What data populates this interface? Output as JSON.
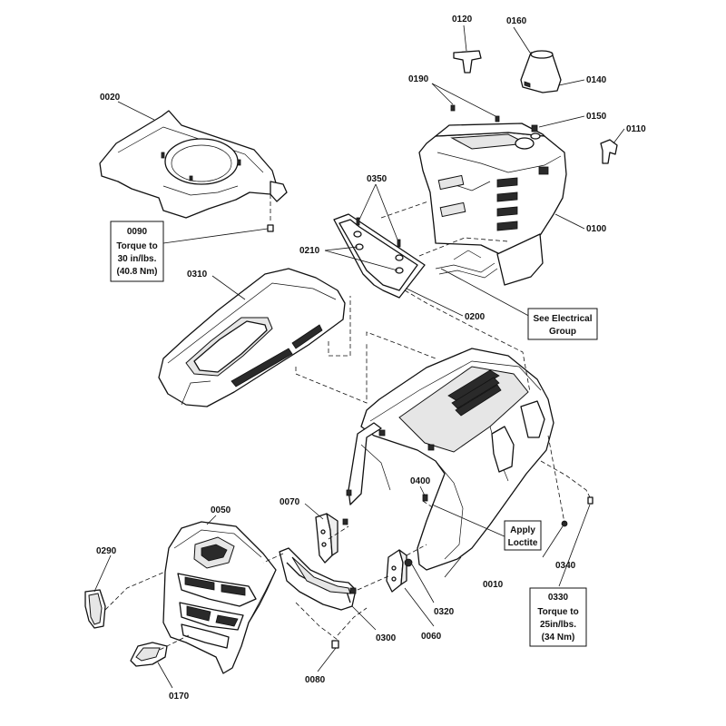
{
  "labels": {
    "p0010": "0010",
    "p0020": "0020",
    "p0050": "0050",
    "p0060": "0060",
    "p0070": "0070",
    "p0080": "0080",
    "p0090": "0090",
    "p0100": "0100",
    "p0110": "0110",
    "p0120": "0120",
    "p0140": "0140",
    "p0150": "0150",
    "p0160": "0160",
    "p0170": "0170",
    "p0190": "0190",
    "p0200": "0200",
    "p0210": "0210",
    "p0290": "0290",
    "p0300": "0300",
    "p0310": "0310",
    "p0320": "0320",
    "p0330": "0330",
    "p0340": "0340",
    "p0350": "0350",
    "p0400": "0400"
  },
  "notes": {
    "torque90_l1": "Torque to",
    "torque90_l2": "30 in/lbs.",
    "torque90_l3": "(40.8 Nm)",
    "electrical_l1": "See Electrical",
    "electrical_l2": "Group",
    "loctite_l1": "Apply",
    "loctite_l2": "Loctite",
    "torque330_l1": "Torque to",
    "torque330_l2": "25in/lbs.",
    "torque330_l3": "(34 Nm)"
  }
}
